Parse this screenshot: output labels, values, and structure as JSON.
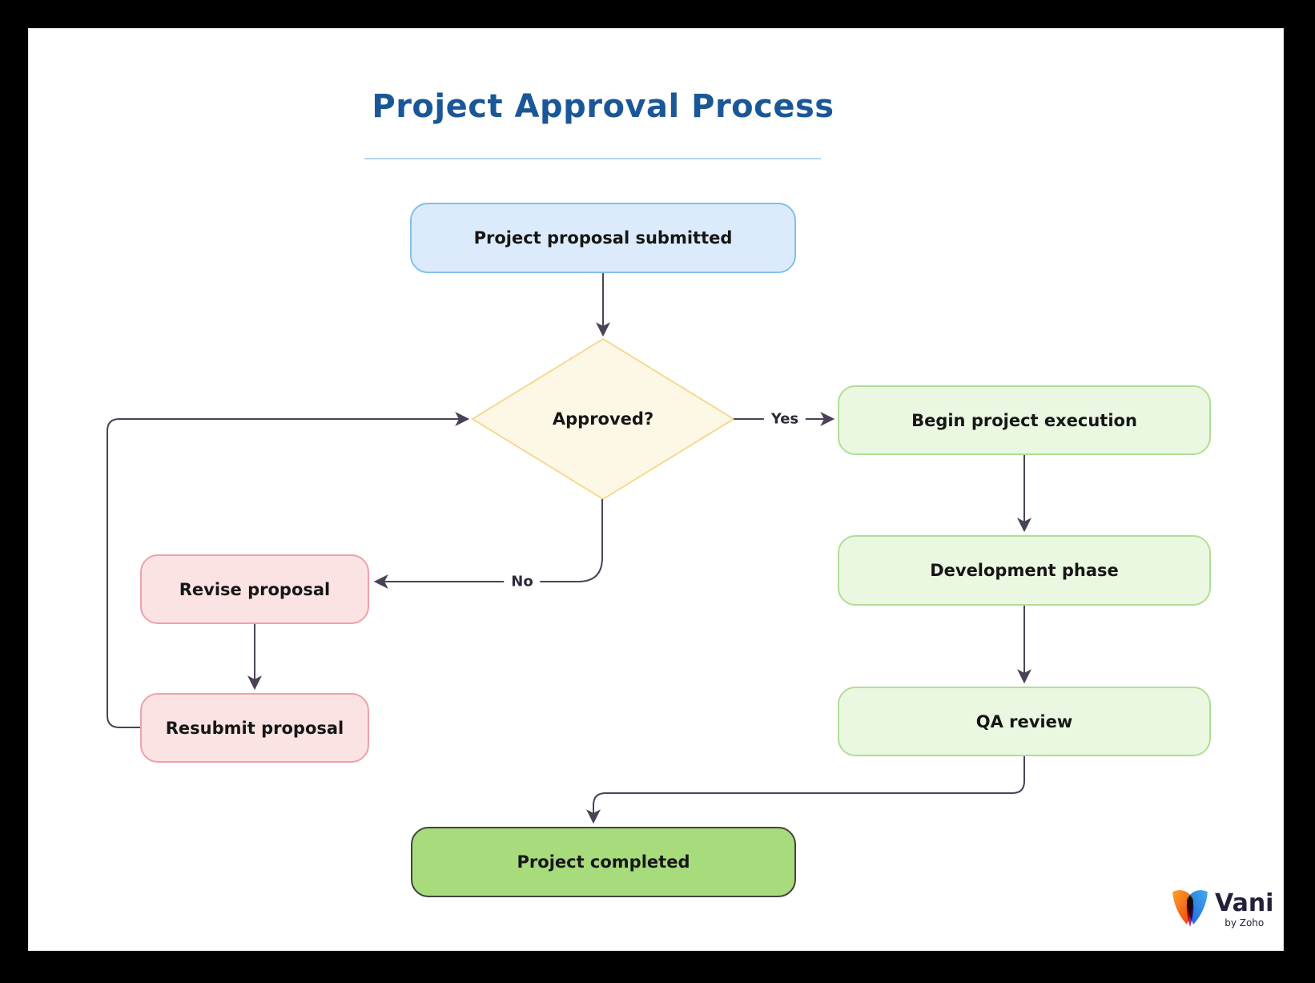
{
  "frame": {
    "background_color": "#000000",
    "canvas_color": "#ffffff"
  },
  "title": {
    "text": "Project Approval Process",
    "color": "#1a5796"
  },
  "flowchart": {
    "connector_color": "#4b4257",
    "nodes": {
      "proposal": {
        "label": "Project proposal submitted",
        "shape": "rounded-rect",
        "fill": "#dcebfb",
        "border": "#82c0ea"
      },
      "approved": {
        "label": "Approved?",
        "shape": "diamond",
        "fill": "#fdf8e6",
        "border": "#f6d992"
      },
      "begin": {
        "label": "Begin project execution",
        "shape": "rounded-rect",
        "fill": "#eaf8e1",
        "border": "#b1dd96"
      },
      "development": {
        "label": "Development phase",
        "shape": "rounded-rect",
        "fill": "#eaf8e1",
        "border": "#b1dd96"
      },
      "qa": {
        "label": "QA review",
        "shape": "rounded-rect",
        "fill": "#eaf8e1",
        "border": "#b1dd96"
      },
      "revise": {
        "label": "Revise proposal",
        "shape": "rounded-rect",
        "fill": "#fbe3e4",
        "border": "#efa0a9"
      },
      "resubmit": {
        "label": "Resubmit proposal",
        "shape": "rounded-rect",
        "fill": "#fbe3e4",
        "border": "#efa0a9"
      },
      "completed": {
        "label": "Project completed",
        "shape": "rounded-rect",
        "fill": "#a7db7c",
        "border": "#41453a"
      }
    },
    "edge_labels": {
      "yes": "Yes",
      "no": "No"
    },
    "edges": [
      {
        "from": "proposal",
        "to": "approved",
        "label": ""
      },
      {
        "from": "approved",
        "to": "begin",
        "label": "Yes"
      },
      {
        "from": "begin",
        "to": "development",
        "label": ""
      },
      {
        "from": "development",
        "to": "qa",
        "label": ""
      },
      {
        "from": "qa",
        "to": "completed",
        "label": ""
      },
      {
        "from": "approved",
        "to": "revise",
        "label": "No"
      },
      {
        "from": "revise",
        "to": "resubmit",
        "label": ""
      },
      {
        "from": "resubmit",
        "to": "approved",
        "label": ""
      }
    ]
  },
  "branding": {
    "logo_text": "Vani",
    "logo_subtext": "by Zoho"
  }
}
